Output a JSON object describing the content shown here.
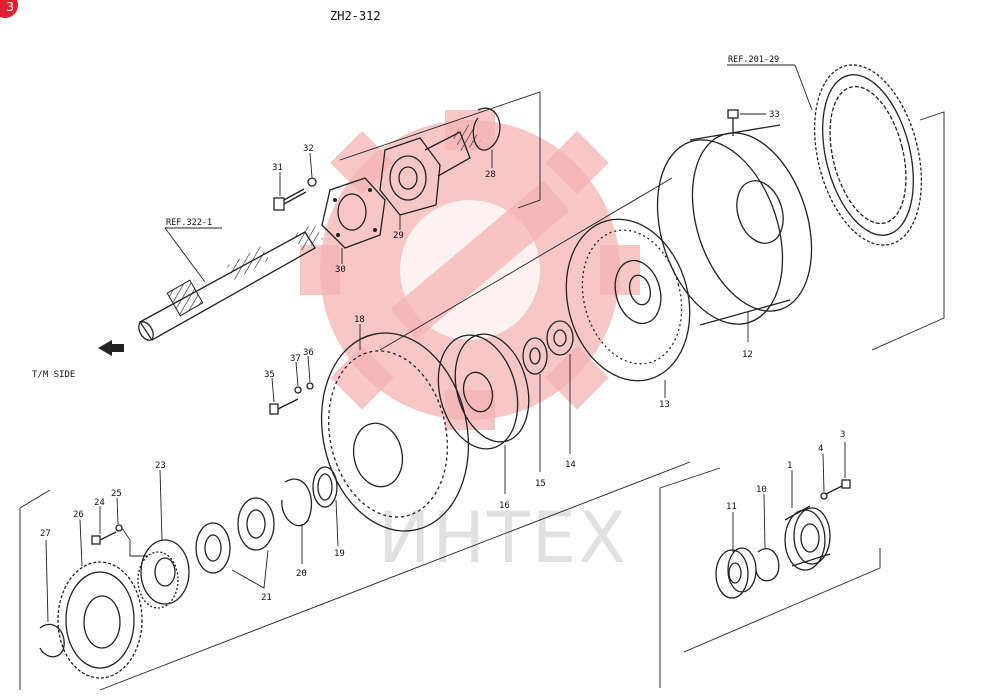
{
  "title": "ZH2-312",
  "badge": "3",
  "side_label": "T/M SIDE",
  "watermark": "ИНТЕХ",
  "refs": {
    "r322": "REF.322-1",
    "r201": "REF.201-29"
  },
  "parts": {
    "p1": "1",
    "p3": "3",
    "p4": "4",
    "p10": "10",
    "p11": "11",
    "p12": "12",
    "p13": "13",
    "p14": "14",
    "p15": "15",
    "p16": "16",
    "p18": "18",
    "p19": "19",
    "p20": "20",
    "p21": "21",
    "p23": "23",
    "p24": "24",
    "p25": "25",
    "p26": "26",
    "p27": "27",
    "p28": "28",
    "p29": "29",
    "p30": "30",
    "p31": "31",
    "p32": "32",
    "p33": "33",
    "p35": "35",
    "p36": "36",
    "p37": "37"
  },
  "colors": {
    "watermark_red": "#f4b3b3",
    "badge_red": "#e02030",
    "line": "#222222"
  }
}
